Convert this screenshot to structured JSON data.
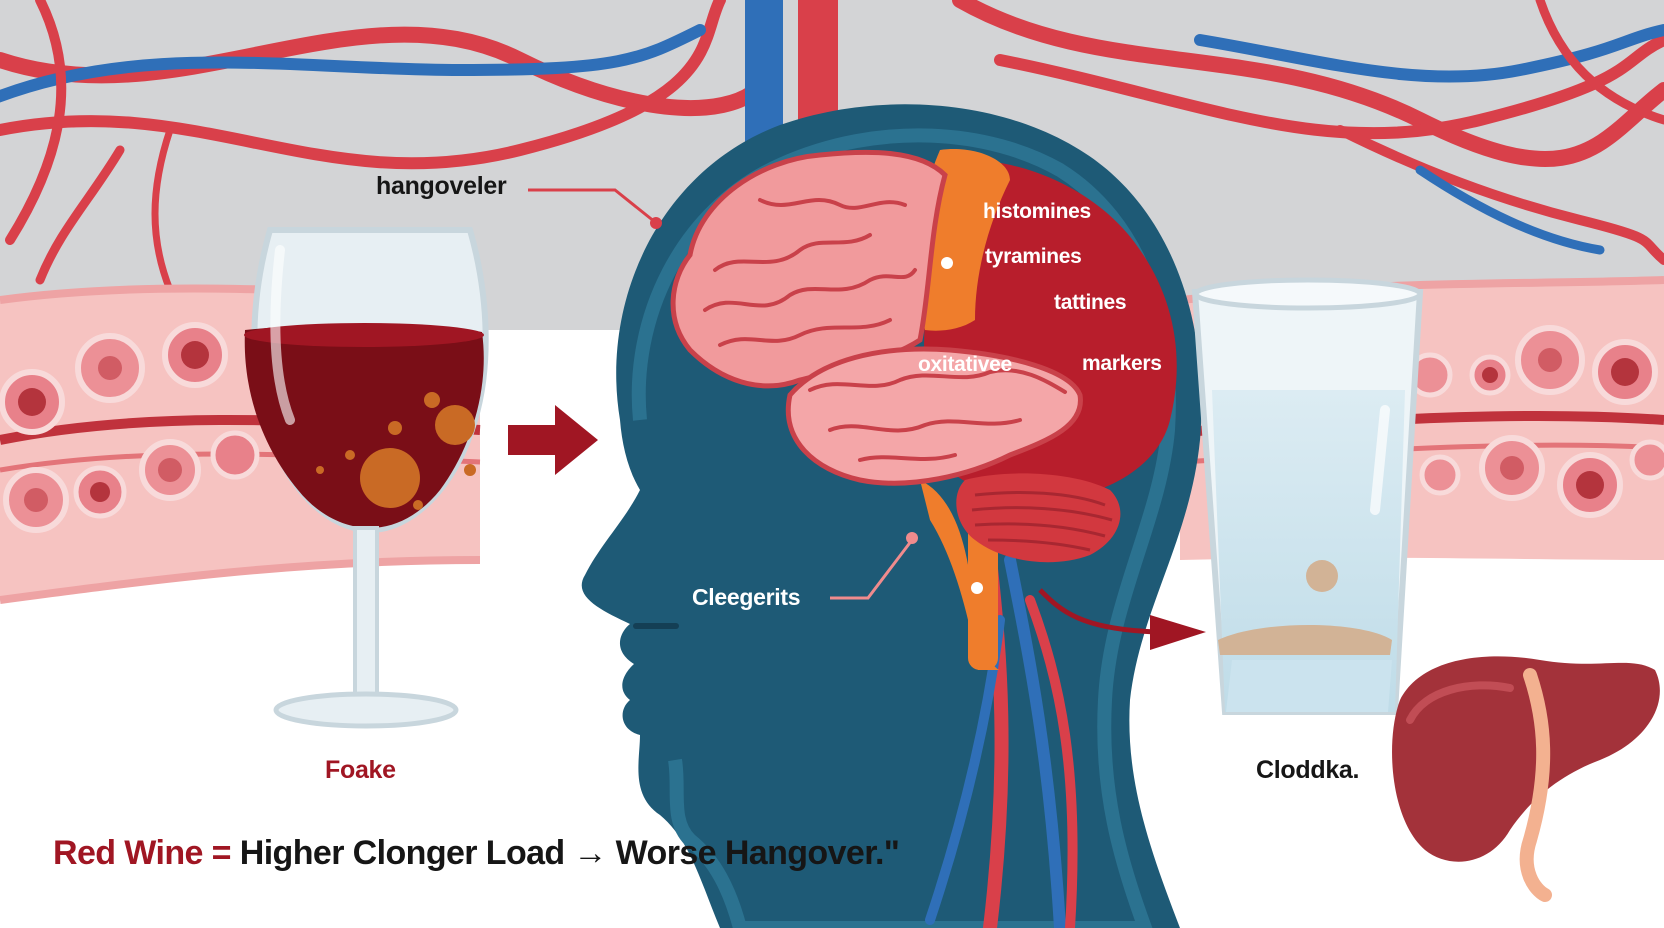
{
  "labels": {
    "hangover_pointer": "hangoveler",
    "histamines": "histomines",
    "tyramines": "tyramines",
    "tannins": "tattines",
    "oxidative": "oxitativee",
    "markers": "markers",
    "brainstem_pointer": "Cleegerits",
    "wine_label": "Foake",
    "water_label": "Cloddka."
  },
  "caption": {
    "highlight": "Red Wine =",
    "rest": " Higher Clonger Load → Worse Hangover.\""
  },
  "colors": {
    "artery_red": "#d9404a",
    "vein_blue": "#2f6fb8",
    "head_teal": "#1e5a76",
    "brain_pink": "#f19a9c",
    "brain_red": "#b81e2c",
    "brainstem_orange": "#ef7d2c",
    "wine": "#7a0e17",
    "liver": "#a3323a",
    "accent_maroon": "#a01623"
  }
}
